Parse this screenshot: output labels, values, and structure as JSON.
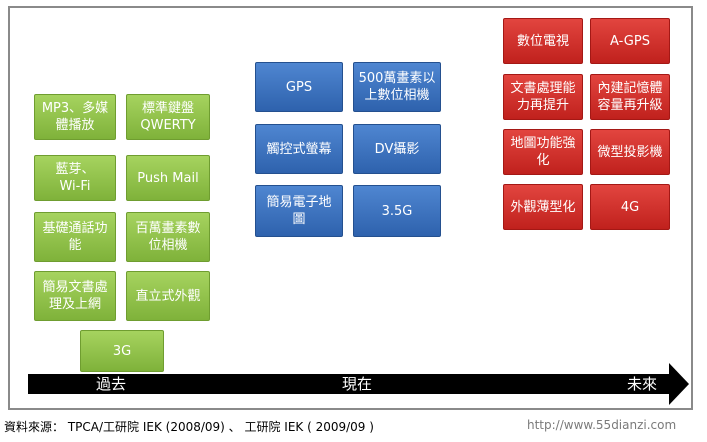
{
  "past_items": [
    {
      "label": "MP3、多媒\n體播放"
    },
    {
      "label": "標準鍵盤\nQWERTY"
    },
    {
      "label": "藍芽、\nWi-Fi"
    },
    {
      "label": "Push Mail"
    },
    {
      "label": "基礎通話功\n能"
    },
    {
      "label": "百萬畫素數\n位相機"
    },
    {
      "label": "簡易文書處\n理及上網"
    },
    {
      "label": "直立式外觀"
    },
    {
      "label": "3G"
    }
  ],
  "present_items": [
    {
      "label": "GPS"
    },
    {
      "label": "500萬畫素以\n上數位相機"
    },
    {
      "label": "觸控式螢幕"
    },
    {
      "label": "DV攝影"
    },
    {
      "label": "簡易電子地\n圖"
    },
    {
      "label": "3.5G"
    }
  ],
  "future_items": [
    {
      "label": "數位電視"
    },
    {
      "label": "A-GPS"
    },
    {
      "label": "文書處理能\n力再提升"
    },
    {
      "label": "內建記憶體\n容量再升級"
    },
    {
      "label": "地圖功能強\n化"
    },
    {
      "label": "微型投影機"
    },
    {
      "label": "外觀薄型化"
    },
    {
      "label": "4G"
    }
  ],
  "timeline": {
    "past": "過去",
    "present": "現在",
    "future": "未來"
  },
  "source": "資料來源： TPCA/工研院 IEK (2008/09) 、 工研院 IEK ( 2009/09 )",
  "watermark": "http://www.55dianzi.com",
  "colors": {
    "past": "#8cc04a",
    "present": "#3a70be",
    "future": "#d12f2a"
  }
}
